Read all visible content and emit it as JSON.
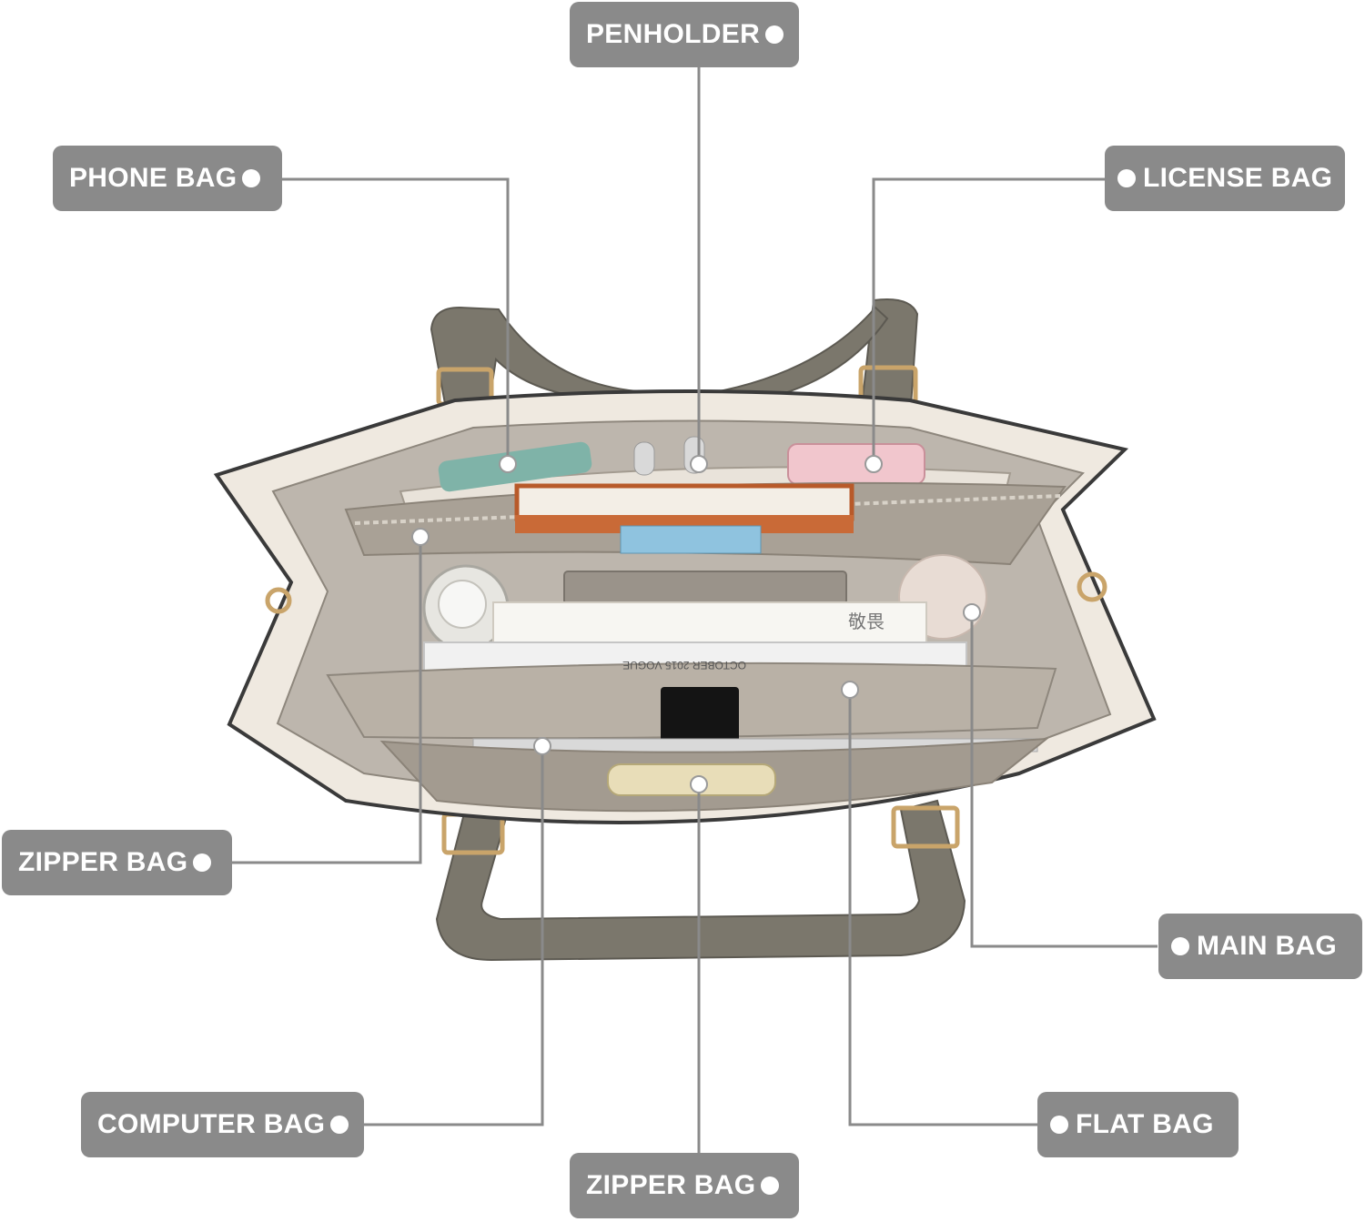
{
  "labels": {
    "penholder": "PENHOLDER",
    "phone_bag": "PHONE BAG",
    "license_bag": "LICENSE BAG",
    "zipper_bag_left": "ZIPPER BAG",
    "main_bag": "MAIN BAG",
    "computer_bag": "COMPUTER BAG",
    "flat_bag": "FLAT BAG",
    "zipper_bag_bottom": "ZIPPER BAG"
  },
  "colors": {
    "label_bg": "#8a8a8a",
    "label_text": "#ffffff",
    "leader_line": "#8a8a8a",
    "bag_cream": "#efe9e0",
    "bag_taupe": "#7b776c",
    "bag_lining": "#bdb6ad",
    "hardware_gold": "#c9a46a"
  },
  "book_texts": {
    "magazine": "OCTOBER 2015 VOGUE",
    "book_cn": "敬畏"
  }
}
